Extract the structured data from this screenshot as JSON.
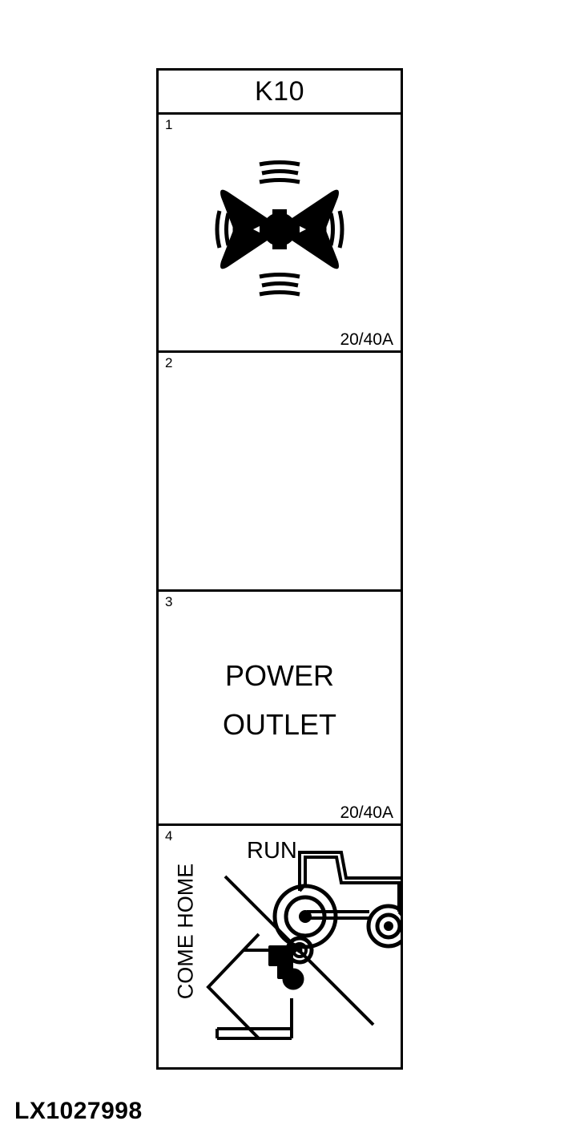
{
  "diagram": {
    "part_number": "LX1027998",
    "table": {
      "header": "K10",
      "rows": [
        {
          "number": "1",
          "icon": "fan-blower-icon",
          "label": "",
          "rating": "20/40A"
        },
        {
          "number": "2",
          "icon": "",
          "label": "",
          "rating": ""
        },
        {
          "number": "3",
          "icon": "",
          "label_line1": "POWER",
          "label_line2": "OUTLET",
          "rating": "20/40A"
        },
        {
          "number": "4",
          "icon": "tractor-icon",
          "label_run": "RUN",
          "label_come_home": "COME HOME",
          "rating": ""
        }
      ]
    },
    "colors": {
      "line": "#000000",
      "background": "#ffffff"
    }
  }
}
